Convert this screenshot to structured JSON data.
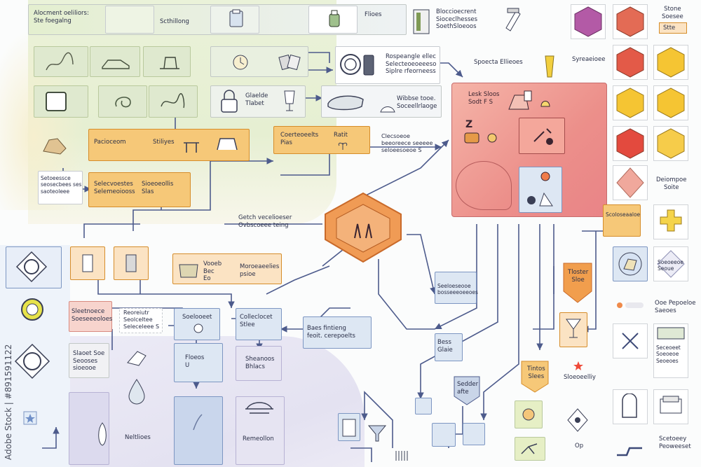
{
  "top_area": {
    "header_label": "Alocment oeliliors:\nSte foegalng",
    "row1_label": "Scthillong",
    "flows_label": "Flioes",
    "stock_label": "Bloccioecrent\nSioceclhesses\nSoethSloeoos"
  },
  "green_panel": {
    "pacioceom_label": "Pacioceom",
    "stiliyes_label": "Stiliyes",
    "sidebar_note": "Setoeessce\nseosecbees ses\nsaoteoleee",
    "selection_label": "Selecvoestes\nSelemeoiooss",
    "selection_sub": "Sioeoeollis\nSlas"
  },
  "mid_top": {
    "glaelde_label": "Glaelde\nTlabet",
    "respiratory_label": "Rospeangle ellec\nSelecteoeoeeeso\nSiplre rfeorneess",
    "wibbse_label": "Wibbse tooe.\nSoceellrlaoge",
    "spoecta_label": "Spoecta Ellieoes",
    "cortoecelts_label": "Coerteoeelts\nPias",
    "ratit_label": "Ratit",
    "cecaseio_note": "Clecsoeoe\nbeeoreece seeeee\nseloeesoeoe S"
  },
  "red_panel": {
    "title": "Lesk Sloos\nSodt F S",
    "z_label": "Z"
  },
  "center": {
    "bubble_label": "Getch vecelioeser\nOvbscoeee teing",
    "mid_orange": "Vooeb\nBec\nEo",
    "mid_orange2": "Moroeaeelies\npsioe",
    "blue_note": "Seeloeseooe\nbosseeeoeeoes",
    "baes_label": "Baes fintieng\nfeoit. cerepoelts",
    "bess_label": "Bess\nGlaie",
    "saddr_label": "Sedder\nafte"
  },
  "lower_left": {
    "sleetno_label": "Sleetnoece\nSoeseeeoloes",
    "reoreiutr_label": "Reoreiutr\nSeolceltee\nSeleceleee S",
    "soloo_label": "Soelooeet",
    "colleo_label": "Colleclocet\nStlee",
    "slogt_label": "Slaoet Soe\nSeooses\nsioeooe",
    "flosoes_label": "Floeos\nU",
    "shanos_label": "Sheanoos\nBhlacs",
    "neltlioes_label": "Neltlioes",
    "remello_label": "Remeollon"
  },
  "right_column": {
    "symeelo_label": "Syreaeioee",
    "stone_label": "Stone\nSoesee",
    "stte_label": "Stte",
    "daaepe_label": "Deiompoe\nSoite",
    "scalue_label": "Scoloseaaloe",
    "tioaster_label": "Tloster\nSloe",
    "seoereo_label": "Soeoeeoe\nSeoue",
    "ooe_label": "Ooe Pepoeloe\nSaeoes",
    "tintos_label": "Tintos\nSlees",
    "sloeoeelliy_label": "Sloeoeelliy",
    "seceoeet_label": "Seceoeet\nSoeoeoe\nSeoeoes",
    "op_label": "Op",
    "secteey_label": "Scetoeey\nPeoweeset"
  },
  "watermark": "Adobe Stock | #891591122",
  "colors": {
    "connector": "#4d5b8c",
    "orange": "#f2a049",
    "red_panel": "#e98c8c",
    "blue": "#a9c1e6",
    "green_wash": "#dbe8bf"
  },
  "palette_icons": [
    "purple-hexagon-icon",
    "red-hexagon-icon",
    "red-hexagon-icon",
    "yellow-hexagon-icon",
    "yellow-hexagon-icon",
    "yellow-hexagon-icon",
    "red-hexagon-icon",
    "yellow-hexagon-icon",
    "pink-diamond-icon",
    "yellow-plus-icon"
  ]
}
